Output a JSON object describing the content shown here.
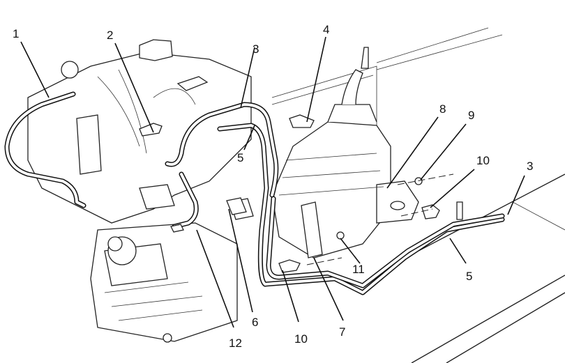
{
  "diagram": {
    "subject": "Engine and transmission assembly with routed fluid lines (exploded line illustration)",
    "callouts": [
      {
        "id": "c1",
        "label": "1"
      },
      {
        "id": "c2",
        "label": "2"
      },
      {
        "id": "c3a",
        "label": "3"
      },
      {
        "id": "c4",
        "label": "4"
      },
      {
        "id": "c5a",
        "label": "5"
      },
      {
        "id": "c8",
        "label": "8"
      },
      {
        "id": "c9",
        "label": "9"
      },
      {
        "id": "c10a",
        "label": "10"
      },
      {
        "id": "c3b",
        "label": "3"
      },
      {
        "id": "c11",
        "label": "11"
      },
      {
        "id": "c5b",
        "label": "5"
      },
      {
        "id": "c6",
        "label": "6"
      },
      {
        "id": "c7",
        "label": "7"
      },
      {
        "id": "c10b",
        "label": "10"
      },
      {
        "id": "c12",
        "label": "12"
      }
    ]
  }
}
